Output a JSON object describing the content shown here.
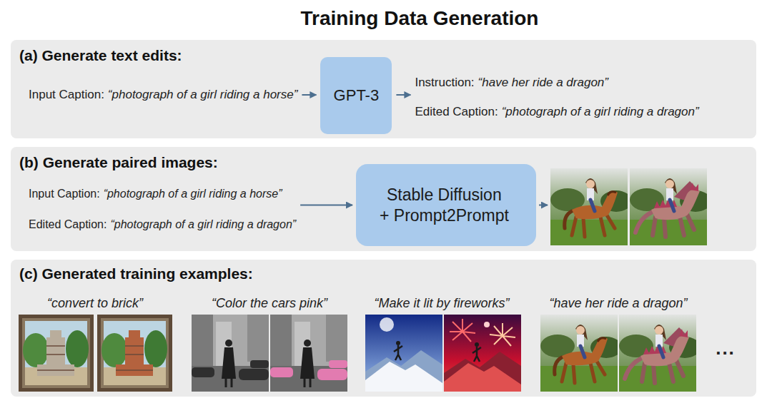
{
  "diagram": {
    "title": "Training Data Generation",
    "nodes": [
      {
        "text": [
          "(a) Generate text edits:",
          "Input Caption:",
          "“photograph of a girl riding a horse”",
          "Instruction:",
          "“have her ride a dragon”",
          "Edited Caption:",
          "“photograph of a girl riding a dragon”"
        ]
      },
      {
        "text": [
          "GPT-3"
        ],
        "in": 0
      },
      {
        "text": [
          "(b) Generate paired images:",
          "Input Caption:",
          "“photograph of a girl riding a horse”",
          "Edited Caption:",
          "“photograph of a girl riding a dragon”"
        ]
      },
      {
        "text": [
          "Stable Diffusion + Prompt2Prompt"
        ],
        "in": 2
      },
      {
        "text": [
          "(c) Generated training examples:",
          "“convert to brick”",
          "“Color the cars pink”",
          "“Make it lit by fireworks”",
          "“have her ride a dragon”",
          "..."
        ]
      }
    ]
  }
}
